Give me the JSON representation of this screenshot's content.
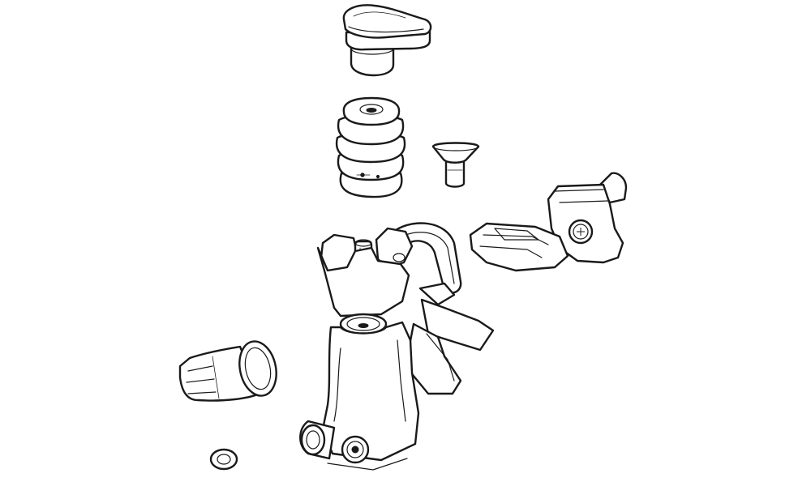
{
  "diagram": {
    "type": "exploded-assembly-line-drawing",
    "background_color": "#ffffff",
    "line_color": "#1a1a1a",
    "parts": [
      {
        "id": "reach-adjust-knob",
        "icon": "knob"
      },
      {
        "id": "rubber-boot",
        "icon": "bellows"
      },
      {
        "id": "countersunk-screw",
        "icon": "screw"
      },
      {
        "id": "shifter-clamp-mount",
        "icon": "bracket"
      },
      {
        "id": "lever-body",
        "icon": "brake-lever"
      },
      {
        "id": "bleed-port-cap",
        "icon": "cap"
      },
      {
        "id": "washer",
        "icon": "ring"
      }
    ]
  }
}
